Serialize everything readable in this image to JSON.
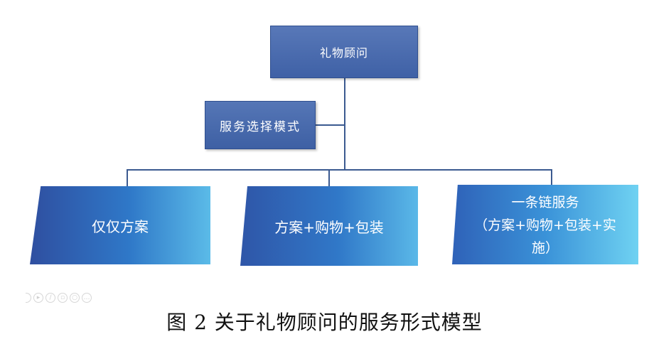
{
  "diagram": {
    "root": {
      "label": "礼物顾问"
    },
    "mode": {
      "label": "服务选择模式"
    },
    "leaves": [
      {
        "label": "仅仅方案"
      },
      {
        "label": "方案+购物+包装"
      },
      {
        "line1": "一条链服务",
        "line2": "（方案+购物+包装+实",
        "line3": "施）"
      }
    ]
  },
  "caption": "图 2 关于礼物顾问的服务形式模型",
  "icons": [
    "chevron-right-icon",
    "play-icon",
    "pencil-icon",
    "copy-icon",
    "zoom-icon",
    "more-icon"
  ]
}
